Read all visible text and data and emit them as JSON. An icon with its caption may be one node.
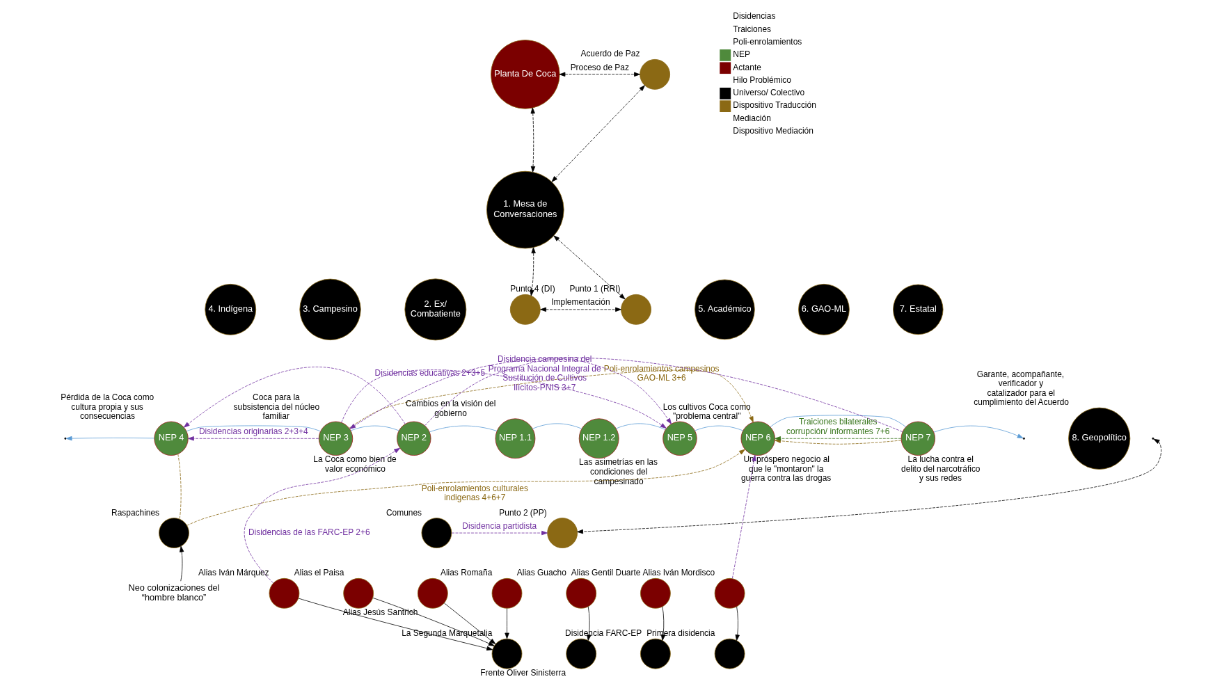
{
  "diagram": {
    "nodes": [
      {
        "text": [
          "Planta De Coca"
        ]
      },
      {
        "text": [],
        "shape": "circle",
        "beside": [
          "Acuerdo de Paz"
        ]
      },
      {
        "text": [
          "1. Mesa de Conversaciones"
        ]
      },
      {
        "text": [],
        "shape": "circle",
        "beside": [
          "Punto 4 (DI)"
        ]
      },
      {
        "text": [],
        "shape": "circle",
        "beside": [
          "Punto 1 (RRI)"
        ]
      },
      {
        "text": [
          "4. Indígena"
        ]
      },
      {
        "text": [
          "3. Campesino"
        ]
      },
      {
        "text": [
          "2. Ex/ Combatiente"
        ]
      },
      {
        "text": [
          "5. Académico"
        ]
      },
      {
        "text": [
          "6. GAO-ML"
        ]
      },
      {
        "text": [
          "7. Estatal"
        ]
      },
      {
        "text": [
          "8. Geopolítico"
        ],
        "beside": [
          "Garante, acompañante, verificador y catalizador para el cumplimiento del Acuerdo"
        ]
      },
      {
        "text": [
          "NEP 4"
        ],
        "beside": [
          "Pérdida de la Coca como cultura propia y sus consecuencias"
        ]
      },
      {
        "text": [
          "NEP 3"
        ],
        "beside": [
          "Coca para la subsistencia del núcleo familiar"
        ]
      },
      {
        "text": [
          "NEP 2"
        ],
        "beside": [
          "La Coca como bien de valor económico"
        ]
      },
      {
        "text": [
          "NEP 1.1"
        ],
        "beside": [
          "Cambios en la visión del gobierno"
        ]
      },
      {
        "text": [
          "NEP 1.2"
        ],
        "beside": [
          "Las asimetrías en las condiciones del campesinado"
        ]
      },
      {
        "text": [
          "NEP 5"
        ],
        "beside": [
          "Los cultivos Coca como \"problema central\""
        ]
      },
      {
        "text": [
          "NEP 6"
        ],
        "beside": [
          "Un próspero negocio al que le \"montaron\" la guerra contra las drogas"
        ]
      },
      {
        "text": [
          "NEP 7"
        ],
        "beside": [
          "La lucha contra el delito del narcotráfico y sus redes"
        ]
      },
      {
        "text": [],
        "shape": "circle",
        "beside": [
          "Punto 2 (PP)"
        ]
      },
      {
        "text": [],
        "shape": "circle",
        "beside": [
          "Comunes"
        ]
      },
      {
        "text": [],
        "shape": "circle",
        "beside": [
          "Raspachines"
        ]
      },
      {
        "text": [
          "Neo colonizaciones del “hombre blanco”"
        ]
      },
      {
        "text": [],
        "shape": "circle",
        "beside": [
          "Alias Iván Márquez"
        ]
      },
      {
        "text": [],
        "shape": "circle",
        "beside": [
          "Alias el Paisa"
        ]
      },
      {
        "text": [],
        "shape": "circle",
        "beside": [
          "Alias Jesús Santrich"
        ]
      },
      {
        "text": [],
        "shape": "circle",
        "beside": [
          "Alias Romaña"
        ]
      },
      {
        "text": [],
        "shape": "circle",
        "beside": [
          "La Segunda Marquetalia"
        ]
      },
      {
        "text": [],
        "shape": "circle",
        "beside": [
          "Alias Guacho"
        ]
      },
      {
        "text": [],
        "shape": "circle",
        "beside": [
          "Frente Oliver Sinisterra"
        ]
      },
      {
        "text": [],
        "shape": "circle",
        "beside": [
          "Alias Gentil Duarte"
        ]
      },
      {
        "text": [],
        "shape": "circle",
        "beside": [
          "Disidencia FARC-EP"
        ]
      },
      {
        "text": [],
        "shape": "circle",
        "beside": [
          "Alias Iván Mordisco"
        ]
      },
      {
        "text": [],
        "shape": "circle",
        "beside": [
          "Primera disidencia"
        ]
      }
    ],
    "edges": [
      {
        "from": 0,
        "to": 1,
        "arrow": "both",
        "style": "dashed",
        "label": "Proceso de Paz"
      },
      {
        "from": 0,
        "to": 2,
        "arrow": "both",
        "style": "dashed"
      },
      {
        "from": 1,
        "to": 2,
        "arrow": "both",
        "style": "dashed"
      },
      {
        "from": 2,
        "to": 3,
        "arrow": "both",
        "style": "dashed"
      },
      {
        "from": 2,
        "to": 4,
        "arrow": "both",
        "style": "dashed"
      },
      {
        "from": 3,
        "to": 4,
        "arrow": "both",
        "style": "dashed",
        "label": "Implementación"
      },
      {
        "from": 15,
        "to": 14,
        "arrow": "none",
        "color": "#5b9bd5"
      },
      {
        "from": 14,
        "to": 13,
        "arrow": "none",
        "color": "#5b9bd5"
      },
      {
        "from": 13,
        "to": 12,
        "arrow": "none",
        "color": "#5b9bd5"
      },
      {
        "from": 12,
        "to": null,
        "arrow": "to",
        "color": "#5b9bd5"
      },
      {
        "from": 15,
        "to": 16,
        "arrow": "none",
        "color": "#5b9bd5"
      },
      {
        "from": 16,
        "to": 17,
        "arrow": "none",
        "color": "#5b9bd5"
      },
      {
        "from": 17,
        "to": 18,
        "arrow": "none",
        "color": "#5b9bd5"
      },
      {
        "from": 18,
        "to": 19,
        "arrow": "none",
        "color": "#5b9bd5"
      },
      {
        "from": 19,
        "to": null,
        "arrow": "to",
        "color": "#5b9bd5"
      },
      {
        "from": null,
        "to": 20,
        "arrow": "both",
        "style": "dashed"
      },
      {
        "from": 13,
        "to": 12,
        "arrow": "to",
        "style": "dashed",
        "color": "#7030a0",
        "label": "Disidencias originarias 2+3+4"
      },
      {
        "from": 14,
        "to": 12,
        "arrow": "to",
        "style": "dashed",
        "color": "#7030a0"
      },
      {
        "from": 21,
        "to": 20,
        "arrow": "to",
        "style": "dashed",
        "color": "#7030a0",
        "label": "Disidencia partidista"
      },
      {
        "from": 13,
        "to": 17,
        "arrow": "to",
        "style": "dashed",
        "color": "#7030a0",
        "label": "Disidencias educativas 2+3+5"
      },
      {
        "from": 14,
        "to": 17,
        "arrow": "to",
        "style": "dashed",
        "color": "#7030a0"
      },
      {
        "from": 19,
        "to": 13,
        "arrow": "to",
        "style": "dashed",
        "color": "#7030a0",
        "label": "Disidencia campesina del Programa Nacional Integral de Sustitución de Cultivos Ilícitos-PNIS 3+7"
      },
      {
        "from": 13,
        "to": 18,
        "arrow": "to",
        "style": "dashed",
        "color": "#8b6914",
        "label": "Poli-enrolamientos campesinos GAO-ML 3+6"
      },
      {
        "from": 12,
        "to": 22,
        "arrow": "none",
        "style": "dashed",
        "color": "#8b6914"
      },
      {
        "from": 22,
        "to": 18,
        "arrow": "to",
        "style": "dashed",
        "color": "#8b6914",
        "label": "Poli-enrolamientos culturales indigenas 4+6+7"
      },
      {
        "from": 19,
        "to": 18,
        "arrow": "to",
        "style": "dashed",
        "color": "#8b6914"
      },
      {
        "from": 19,
        "to": 18,
        "arrow": "to",
        "style": "dashed",
        "color": "#38761d",
        "label": "Traiciones bilaterales corrupción/ informantes 7+6"
      },
      {
        "from": 24,
        "to": 14,
        "arrow": "to",
        "style": "dashed",
        "color": "#7030a0",
        "label": "Disidencias de las FARC-EP 2+6"
      },
      {
        "from": 33,
        "to": 18,
        "arrow": "to",
        "style": "dashed",
        "color": "#7030a0"
      },
      {
        "from": 23,
        "to": 22,
        "arrow": "to"
      },
      {
        "from": 24,
        "to": 28,
        "arrow": "to"
      },
      {
        "from": 25,
        "to": 28,
        "arrow": "to"
      },
      {
        "from": 26,
        "to": 28,
        "arrow": "to"
      },
      {
        "from": 27,
        "to": 28,
        "arrow": "to"
      },
      {
        "from": 29,
        "to": 30,
        "arrow": "to"
      },
      {
        "from": 31,
        "to": 32,
        "arrow": "to"
      },
      {
        "from": 33,
        "to": 34,
        "arrow": "to"
      }
    ],
    "legend": [
      {
        "text": "Disidencias"
      },
      {
        "text": "Traiciones"
      },
      {
        "text": "Poli-enrolamientos"
      },
      {
        "text": "NEP",
        "color": "#4f8a3c"
      },
      {
        "text": "Actante",
        "color": "#7b0000"
      },
      {
        "text": "Hilo Problémico"
      },
      {
        "text": "Universo/ Colectivo",
        "color": "#000000"
      },
      {
        "text": "Dispositivo Traducción",
        "color": "#8b6914"
      },
      {
        "text": "Mediación"
      },
      {
        "text": "Dispositivo Mediación"
      }
    ]
  }
}
